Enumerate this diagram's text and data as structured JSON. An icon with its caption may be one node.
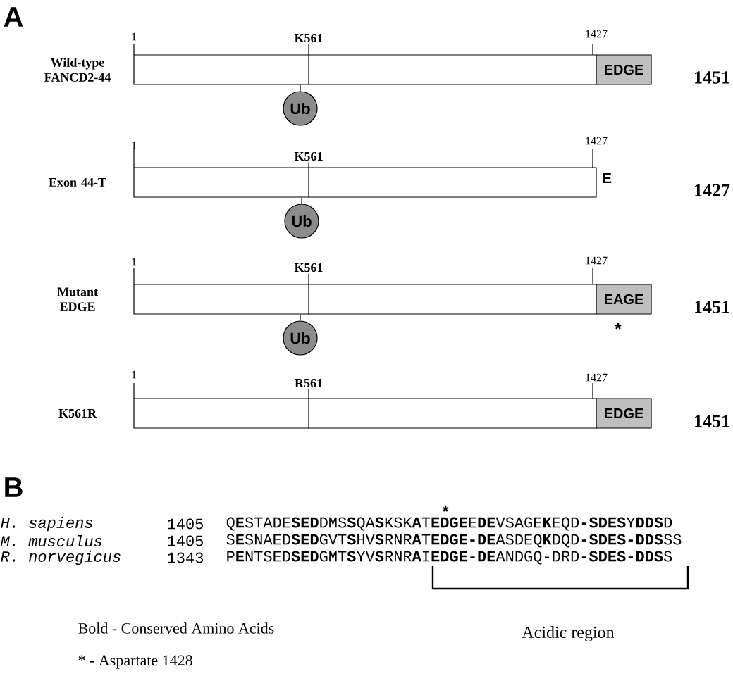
{
  "diagram": {
    "nodes": [
      {
        "text": [],
        "shape": "bar",
        "beside": [
          "1",
          "1427"
        ]
      },
      {
        "text": [
          "EDGE"
        ]
      },
      {
        "text": [
          "K561"
        ]
      },
      {
        "text": [
          "Ub"
        ]
      },
      {
        "text": [],
        "shape": "bar",
        "beside": [
          "1",
          "1427",
          "E"
        ]
      },
      {
        "text": [
          "K561"
        ]
      },
      {
        "text": [
          "Ub"
        ]
      },
      {
        "text": [],
        "shape": "bar",
        "beside": [
          "1",
          "1427"
        ]
      },
      {
        "text": [
          "EAGE"
        ],
        "beside": [
          "*"
        ]
      },
      {
        "text": [
          "K561"
        ]
      },
      {
        "text": [
          "Ub"
        ]
      },
      {
        "text": [],
        "shape": "bar",
        "beside": [
          "1",
          "1427"
        ]
      },
      {
        "text": [
          "EDGE"
        ]
      },
      {
        "text": [
          "R561"
        ]
      }
    ],
    "edges": [
      {
        "from": 2,
        "to": 0,
        "arrow": "none"
      },
      {
        "from": 0,
        "to": 3,
        "arrow": "none"
      },
      {
        "from": 5,
        "to": 4,
        "arrow": "none"
      },
      {
        "from": 4,
        "to": 6,
        "arrow": "none"
      },
      {
        "from": 9,
        "to": 7,
        "arrow": "none"
      },
      {
        "from": 7,
        "to": 10,
        "arrow": "none"
      },
      {
        "from": 13,
        "to": 11,
        "arrow": "none"
      }
    ],
    "labels": [
      "A",
      "Wild-type FANCD2-44",
      "1451",
      "Exon 44-T",
      "1427",
      "Mutant EDGE",
      "1451",
      "K561R",
      "1451",
      "B",
      "*",
      "H. sapiens",
      "1405",
      "Q**E**STADE**SED**DMS**S**QA**S**KSK**A**T**EDGE**E**DE**VSAGE**K**EQD**-SDES**Y**DDS**D",
      "M. musculus",
      "1405",
      "S**E**SNAED**SED**GVT**S**HV**S**RNR**A**T**EDGE-DE**ASDEQ**K**DQD**-SDES-DDS**SS",
      "R. norvegicus",
      "1343",
      "P**E**NTSED**SED**GMT**S**YV**S**RNR**A**I**EDGE-DE**ANDGQ-DRD**-SDES-DDS**S",
      "Bold - Conserved Amino Acids",
      "Acidic region",
      "* - Aspartate 1428"
    ]
  }
}
